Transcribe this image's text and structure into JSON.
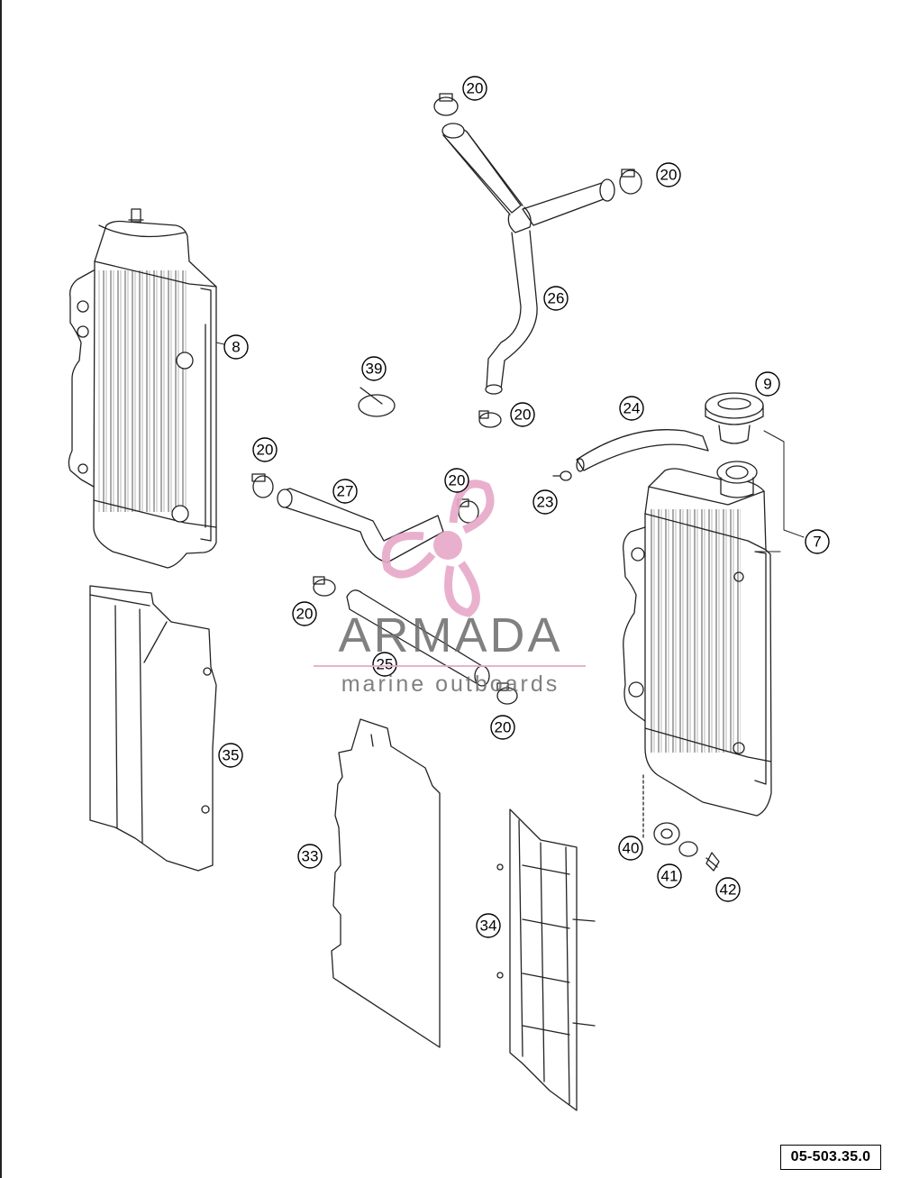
{
  "diagram": {
    "reference_code": "05-503.35.0",
    "callouts": {
      "c20a": "20",
      "c20b": "20",
      "c26": "26",
      "c8": "8",
      "c39": "39",
      "c9": "9",
      "c20c": "20",
      "c24": "24",
      "c20d": "20",
      "c27": "27",
      "c20e": "20",
      "c23": "23",
      "c7": "7",
      "c20f": "20",
      "c25": "25",
      "c20g": "20",
      "c35": "35",
      "c33": "33",
      "c40": "40",
      "c41": "41",
      "c42": "42",
      "c34": "34"
    }
  },
  "watermark": {
    "title": "ARMADA",
    "subtitle": "marine outboards",
    "accent_color": "#e7a8c8"
  }
}
